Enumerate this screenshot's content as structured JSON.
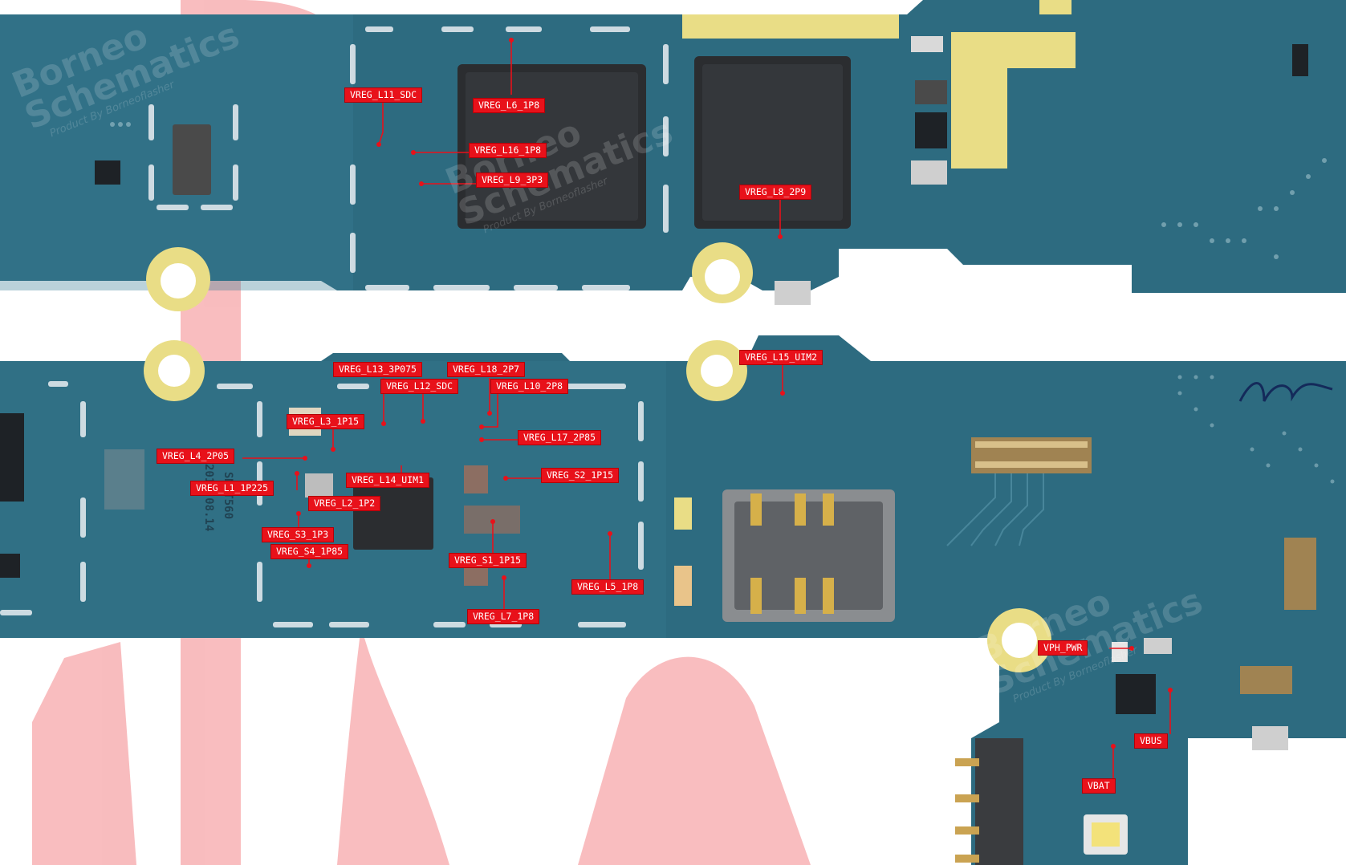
{
  "watermark": {
    "line1": "Borneo",
    "line2": "Schematics",
    "tagline": "Product By Borneoflasher"
  },
  "board_marking": "SM-T560",
  "board_date": "2014.08.14",
  "colors": {
    "board": "#2d6b80",
    "board_light": "#3a7e95",
    "label_bg": "#e8111a",
    "label_text": "#ffffff",
    "pad_gold": "#e9dd86",
    "trace": "#e8111a",
    "overlay_red": "#e8111a"
  },
  "top_board_labels": [
    "VREG_L11_SDC",
    "VREG_L6_1P8",
    "VREG_L16_1P8",
    "VREG_L9_3P3",
    "VREG_L8_2P9"
  ],
  "bottom_board_labels": [
    "VREG_L15_UIM2",
    "VREG_L13_3P075",
    "VREG_L18_2P7",
    "VREG_L12_SDC",
    "VREG_L10_2P8",
    "VREG_L3_1P15",
    "VREG_L17_2P85",
    "VREG_L4_2P05",
    "VREG_L14_UIM1",
    "VREG_S2_1P15",
    "VREG_L1_1P225",
    "VREG_L2_1P2",
    "VREG_S3_1P3",
    "VREG_S4_1P85",
    "VREG_S1_1P15",
    "VREG_L5_1P8",
    "VREG_L7_1P8"
  ],
  "power_labels": [
    "VPH_PWR",
    "VBUS",
    "VBAT"
  ]
}
